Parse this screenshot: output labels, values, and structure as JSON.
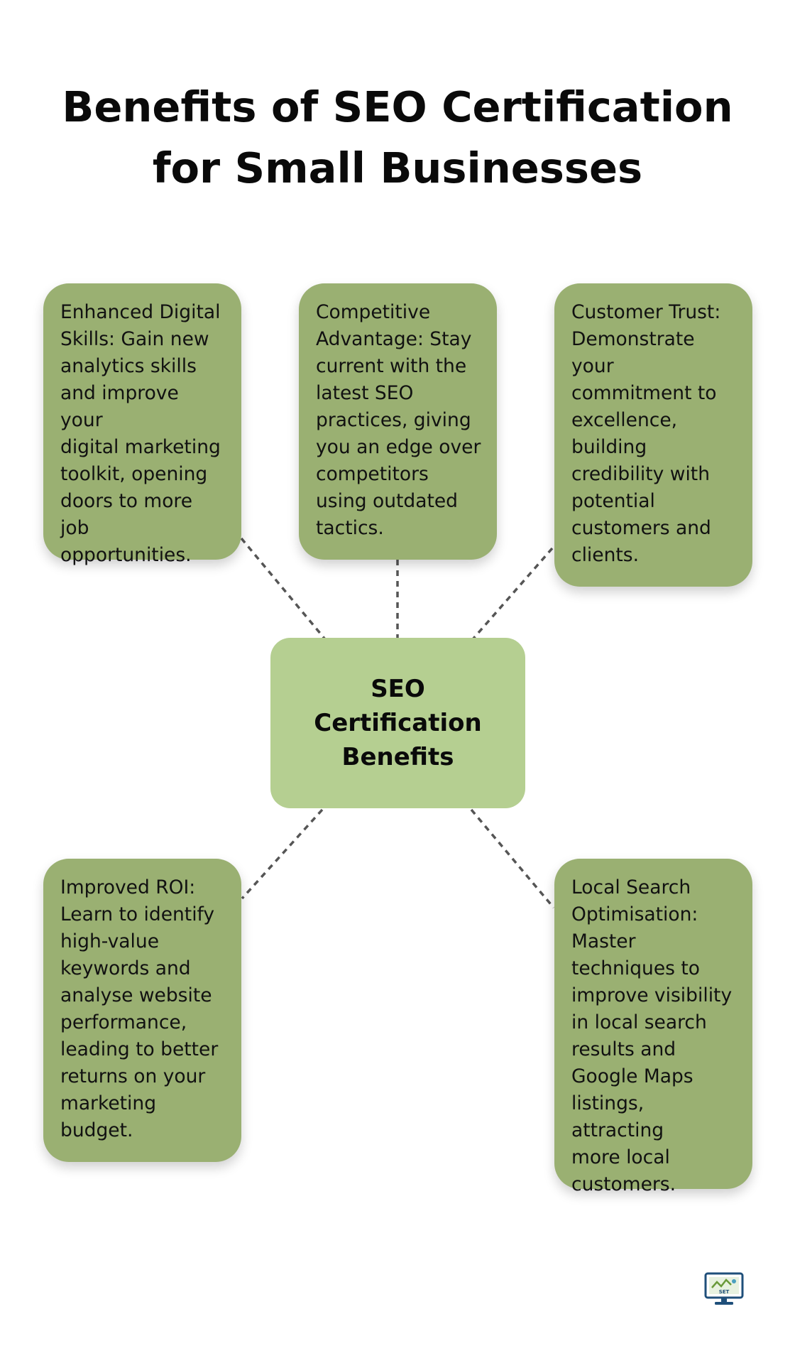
{
  "title": {
    "line1": "Benefits of SEO Certification",
    "line2": "for Small Businesses"
  },
  "center_node": {
    "line1": "SEO",
    "line2": "Certification",
    "line3": "Benefits"
  },
  "cards": [
    {
      "text": "Enhanced Digital\nSkills: Gain new\nanalytics skills\nand improve your\ndigital marketing\ntoolkit, opening\ndoors to more\njob\nopportunities."
    },
    {
      "text": "Competitive\nAdvantage: Stay\ncurrent with the\nlatest SEO\npractices, giving\nyou an edge over\ncompetitors\nusing outdated\ntactics."
    },
    {
      "text": "Customer Trust:\nDemonstrate\nyour\ncommitment to\nexcellence,\nbuilding\ncredibility with\npotential\ncustomers and\nclients."
    },
    {
      "text": "Improved ROI:\nLearn to identify\nhigh-value\nkeywords and\nanalyse website\nperformance,\nleading to better\nreturns on your\nmarketing\nbudget."
    },
    {
      "text": "Local Search\nOptimisation:\nMaster\ntechniques to\nimprove visibility\nin local search\nresults and\nGoogle Maps\nlistings, attracting\nmore local\ncustomers."
    }
  ],
  "colors": {
    "card": "#9ab072",
    "center": "#b5cf91",
    "connector": "#555555",
    "logo": "#1f4f7a"
  },
  "icons": {
    "logo": "computer-monitor-logo-icon"
  },
  "logo": {
    "label": "SET"
  }
}
